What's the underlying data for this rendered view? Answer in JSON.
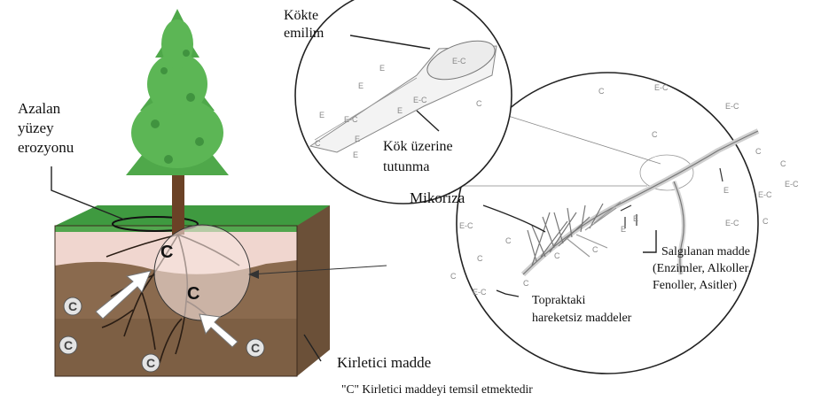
{
  "labels": {
    "root_absorption_line1": "Kökte",
    "root_absorption_line2": "emilim",
    "surface_erosion_line1": "Azalan",
    "surface_erosion_line2": "yüzey",
    "surface_erosion_line3": "erozyonu",
    "root_attachment_line1": "Kök üzerine",
    "root_attachment_line2": "tutunma",
    "mycorrhiza": "Mikoriza",
    "secreted_line1": "Salgılanan madde",
    "secreted_line2": "(Enzimler, Alkoller,",
    "secreted_line3": "Fenoller, Asitler)",
    "immobile_line1": "Topraktaki",
    "immobile_line2": "hareketsiz maddeler",
    "pollutant": "Kirletici madde",
    "caption": "\"C\" Kirletici maddeyi temsil etmektedir"
  },
  "markers": {
    "enzyme_complex": "E-C",
    "contaminant": "C",
    "enzyme": "E"
  },
  "colors": {
    "grass": "#3f9a40",
    "topsoil": "#f0d6cf",
    "subsoil": "#8a6a4e",
    "tree": "#4fa84a",
    "trunk": "#6b4226"
  }
}
